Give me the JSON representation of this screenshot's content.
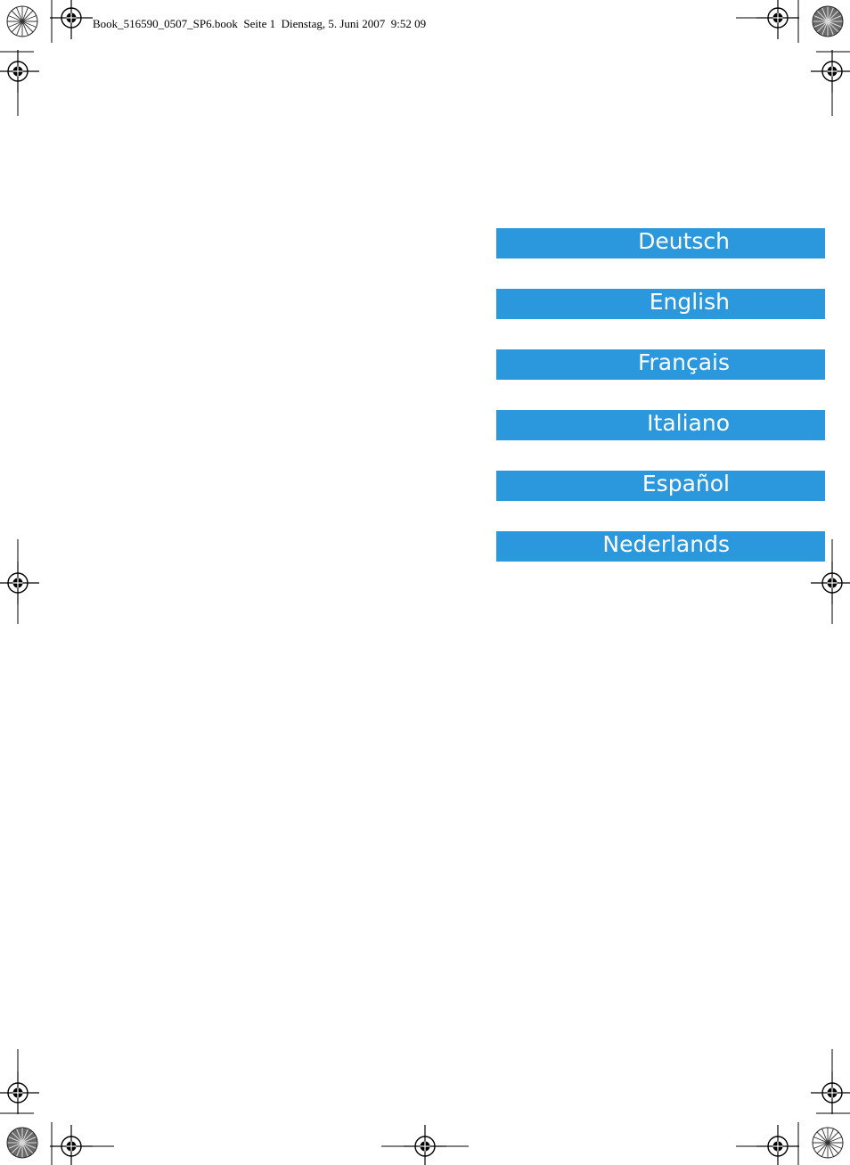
{
  "header": {
    "slug": "Book_516590_0507_SP6.book  Seite 1  Dienstag, 5. Juni 2007  9:52 09"
  },
  "languages": [
    {
      "label": "Deutsch"
    },
    {
      "label": "English"
    },
    {
      "label": "Français"
    },
    {
      "label": "Italiano"
    },
    {
      "label": "Español"
    },
    {
      "label": "Nederlands"
    }
  ],
  "colors": {
    "tab_background": "#2b97dd",
    "tab_text": "#ffffff",
    "marks": "#000000"
  },
  "icons": [
    "registration-mark-icon",
    "color-target-icon",
    "crop-line"
  ]
}
